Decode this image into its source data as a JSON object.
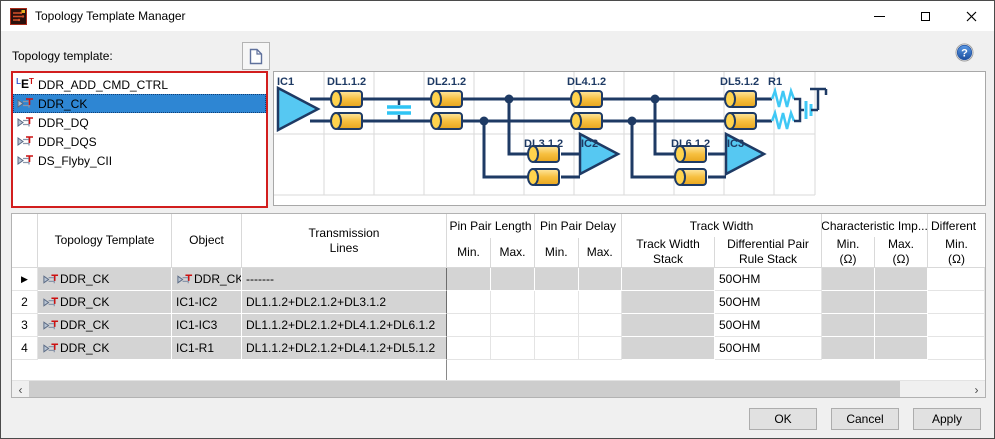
{
  "window": {
    "title": "Topology Template Manager"
  },
  "toolbar": {
    "template_label": "Topology template:"
  },
  "icons": {
    "et_l": "L",
    "et_e": "E",
    "et_t": "T"
  },
  "list": {
    "items": [
      {
        "label": "DDR_ADD_CMD_CTRL",
        "icon": "electrical-template",
        "selected": false
      },
      {
        "label": "DDR_CK",
        "icon": "topology-template",
        "selected": true
      },
      {
        "label": "DDR_DQ",
        "icon": "topology-template",
        "selected": false
      },
      {
        "label": "DDR_DQS",
        "icon": "topology-template",
        "selected": false
      },
      {
        "label": "DS_Flyby_CII",
        "icon": "topology-template",
        "selected": false
      }
    ]
  },
  "diagram": {
    "labels": {
      "ic1": "IC1",
      "ic2": "IC2",
      "ic3": "IC3",
      "dl1": "DL1.1.2",
      "dl2": "DL2.1.2",
      "dl3": "DL3.1.2",
      "dl4": "DL4.1.2",
      "dl5": "DL5.1.2",
      "dl6": "DL6.1.2",
      "r1": "R1"
    }
  },
  "table": {
    "headers": {
      "template": "Topology Template",
      "object": "Object",
      "lines": "Transmission\nLines",
      "pin_pair_length": "Pin Pair Length",
      "pin_pair_delay": "Pin Pair Delay",
      "track_width": "Track Width",
      "characteristic_imp": "Characteristic Imp...",
      "differential": "Different",
      "min": "Min.",
      "max": "Max.",
      "track_width_stack": "Track Width\nStack",
      "diff_pair_rule_stack": "Differential Pair\nRule Stack",
      "min_ohm": "Min.\n(Ω)",
      "max_ohm": "Max.\n(Ω)"
    },
    "rows": [
      {
        "marker": "▶",
        "template": "DDR_CK",
        "object": "DDR_CK",
        "lines": "-------",
        "dp_rule": "50OHM"
      },
      {
        "marker": "2",
        "template": "DDR_CK",
        "object": "IC1-IC2",
        "lines": "DL1.1.2+DL2.1.2+DL3.1.2",
        "dp_rule": "50OHM"
      },
      {
        "marker": "3",
        "template": "DDR_CK",
        "object": "IC1-IC3",
        "lines": "DL1.1.2+DL2.1.2+DL4.1.2+DL6.1.2",
        "dp_rule": "50OHM"
      },
      {
        "marker": "4",
        "template": "DDR_CK",
        "object": "IC1-R1",
        "lines": "DL1.1.2+DL2.1.2+DL4.1.2+DL5.1.2",
        "dp_rule": "50OHM"
      }
    ]
  },
  "scrollbar": {
    "left": "‹",
    "right": "›"
  },
  "buttons": {
    "ok": "OK",
    "cancel": "Cancel",
    "apply": "Apply"
  },
  "colors": {
    "selection_blue": "#2e86d3",
    "list_border_red": "#d21e1e",
    "diagram_navy": "#1e3a64",
    "diagram_cyan": "#3fc8f5",
    "diagram_gold": "#f4bb33",
    "cell_gray": "#d4d4d4"
  }
}
